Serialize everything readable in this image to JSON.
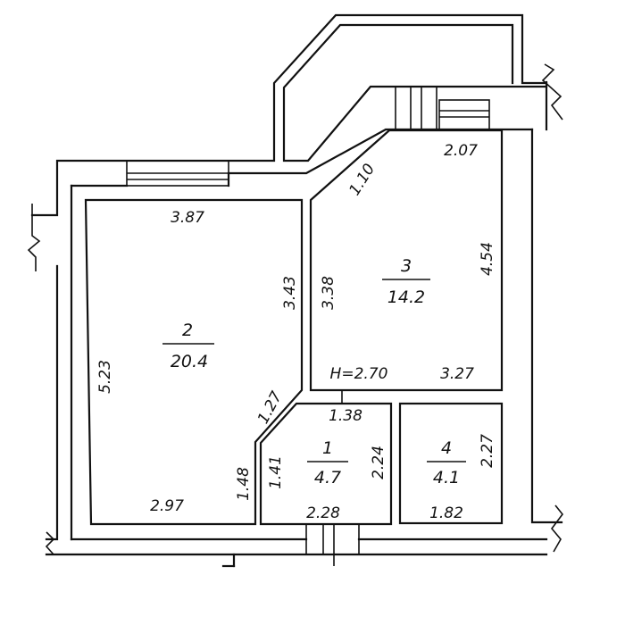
{
  "rooms": {
    "r1": {
      "number": "1",
      "area": "4.7"
    },
    "r2": {
      "number": "2",
      "area": "20.4"
    },
    "r3": {
      "number": "3",
      "area": "14.2"
    },
    "r4": {
      "number": "4",
      "area": "4.1"
    }
  },
  "dimensions": {
    "r2_top": "3.87",
    "r2_left": "5.23",
    "r2_right": "3.43",
    "r2_diag": "1.27",
    "r2_lower_right": "1.48",
    "r2_bottom": "2.97",
    "r3_diag": "1.10",
    "r3_top": "2.07",
    "r3_right": "4.54",
    "r3_left": "3.38",
    "r3_bottom": "3.27",
    "ceiling_height": "H=2.70",
    "r1_top": "1.38",
    "r1_left": "1.41",
    "r1_right": "2.24",
    "r1_bottom": "2.28",
    "r4_right": "2.27",
    "r4_bottom": "1.82"
  }
}
